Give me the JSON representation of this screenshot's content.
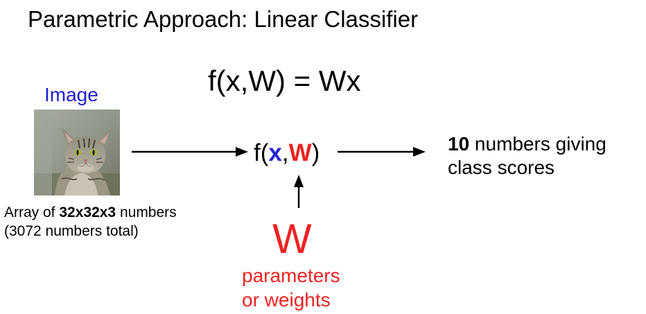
{
  "title": "Parametric Approach: Linear Classifier",
  "formula": "f(x,W) = Wx",
  "image_label": "Image",
  "image_description": {
    "prefix": "Array of ",
    "bold": "32x32x3",
    "suffix": " numbers",
    "line2": "(3072 numbers total)"
  },
  "function": {
    "open": "f(",
    "x": "x",
    "comma": ",",
    "w": "W",
    "close": ")"
  },
  "output": {
    "bold": "10",
    "line1_rest": " numbers giving",
    "line2": "class scores"
  },
  "weights": {
    "symbol": "W",
    "line1": "parameters",
    "line2": "or weights"
  },
  "colors": {
    "blue": "#2323d4",
    "red": "#ee2222",
    "image_label": "#2020d0"
  }
}
